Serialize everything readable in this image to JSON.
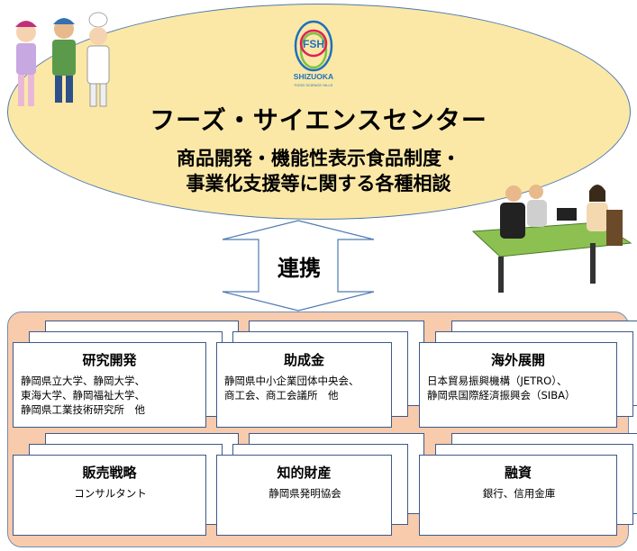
{
  "header": {
    "logo_text": "FSH",
    "logo_sub": "SHIZUOKA",
    "logo_sub2": "FOOD SCIENCE HILLS",
    "title": "フーズ・サイエンスセンター",
    "subtitle_line1": "商品開発・機能性表示食品制度・",
    "subtitle_line2": "事業化支援等に関する各種相談"
  },
  "link_label": "連携",
  "cards": [
    {
      "title": "研究開発",
      "body": "静岡県立大学、静岡大学、\n東海大学、静岡福祉大学、\n静岡県工業技術研究所　他"
    },
    {
      "title": "助成金",
      "body": "静岡県中小企業団体中央会、\n商工会、商工会議所　他"
    },
    {
      "title": "海外展開",
      "body": "日本貿易振興機構（JETRO）、\n静岡県国際経済振興会（SIBA）"
    },
    {
      "title": "販売戦略",
      "body": "コンサルタント"
    },
    {
      "title": "知的財産",
      "body": "静岡県発明協会"
    },
    {
      "title": "融資",
      "body": "銀行、信用金庫"
    }
  ],
  "colors": {
    "ellipse": "#fbe8a6",
    "panel": "#f8cbad",
    "border": "#4f7ab0"
  }
}
